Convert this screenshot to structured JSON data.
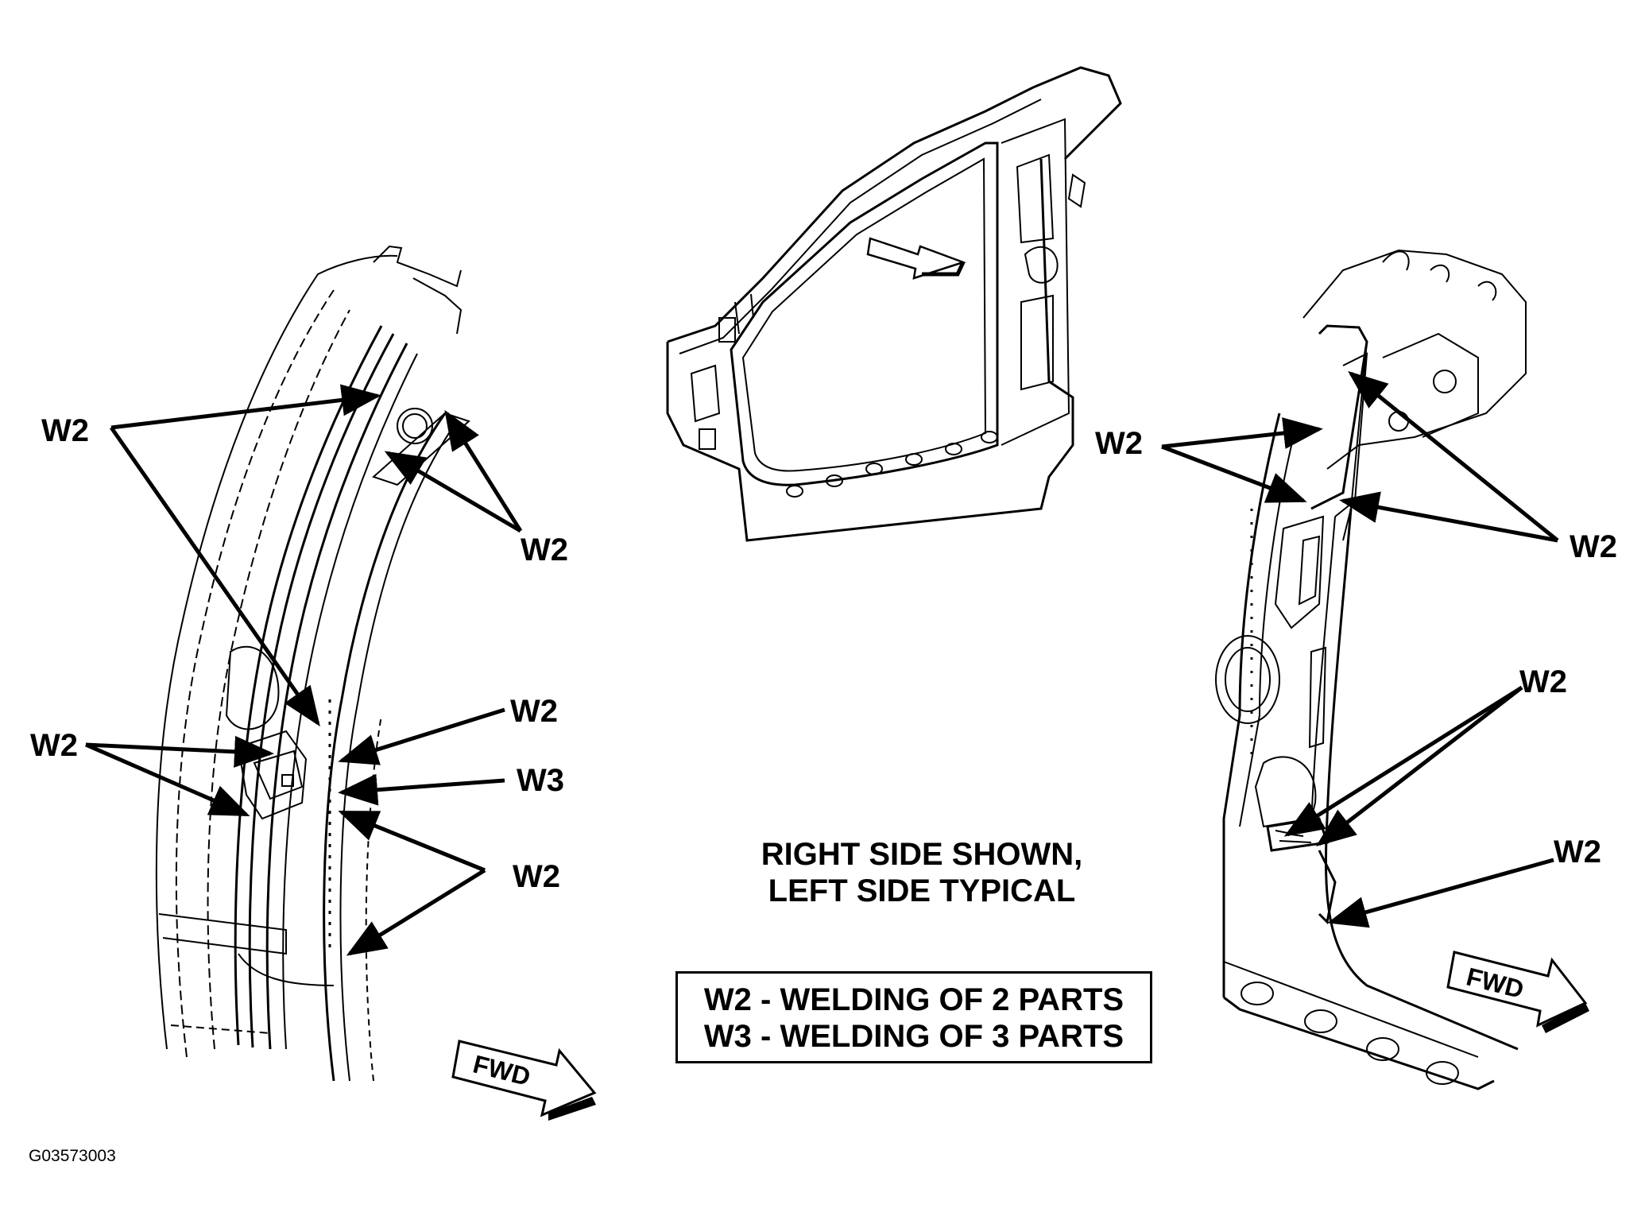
{
  "callouts": {
    "left": {
      "w2_top_left": "W2",
      "w2_top_right": "W2",
      "w2_mid_right": "W2",
      "w3_mid_right": "W3",
      "w2_low_right": "W2",
      "w2_mid_left": "W2"
    },
    "right": {
      "w2_upper_left": "W2",
      "w2_upper_right": "W2",
      "w2_mid": "W2",
      "w2_low": "W2"
    }
  },
  "fwd": {
    "left": "FWD",
    "right": "FWD"
  },
  "caption": {
    "line1": "RIGHT SIDE SHOWN,",
    "line2": "LEFT SIDE TYPICAL"
  },
  "legend": {
    "w2": "W2 - WELDING OF 2 PARTS",
    "w3": "W3 - WELDING OF 3 PARTS"
  },
  "figure_id": "G03573003",
  "colors": {
    "ink": "#000000",
    "paper": "#ffffff"
  }
}
